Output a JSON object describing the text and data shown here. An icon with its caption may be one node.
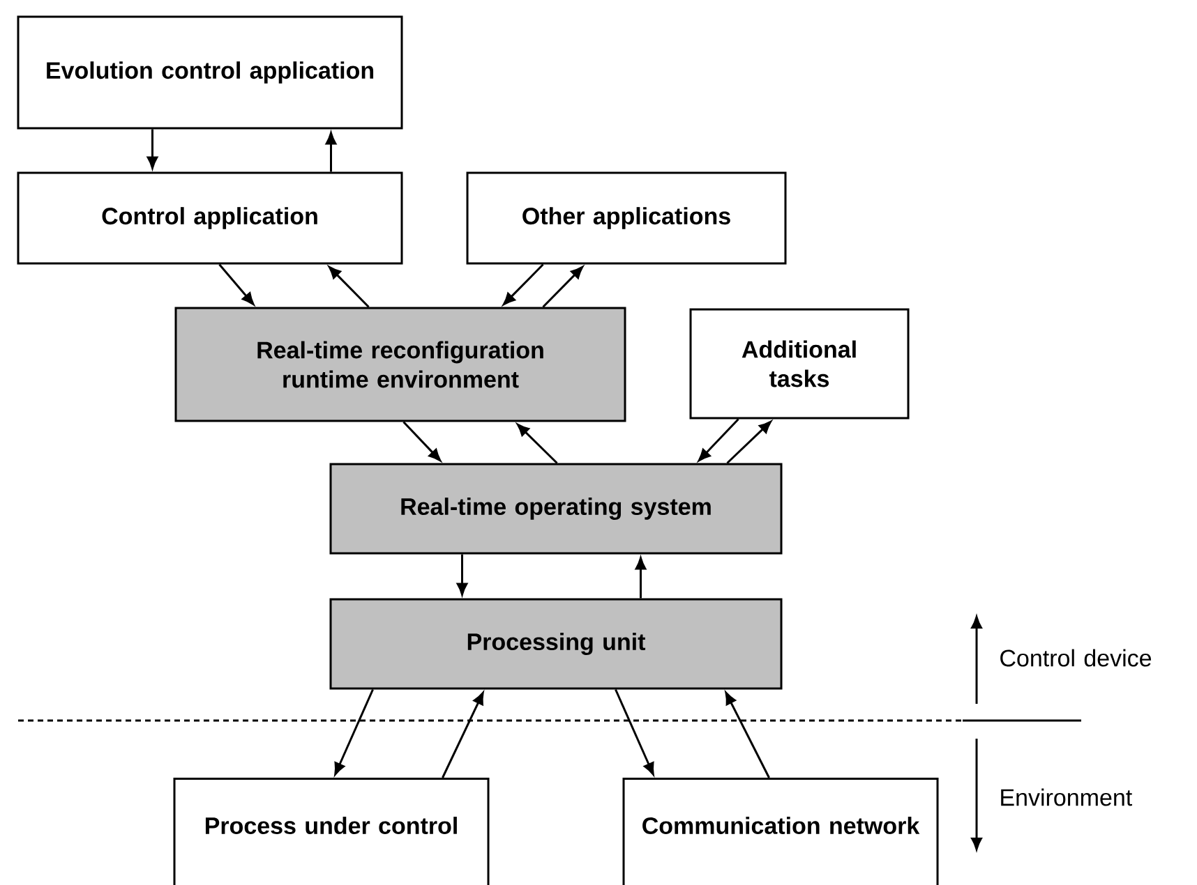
{
  "diagram": {
    "nodes": [
      {
        "text": [
          "Evolution control application"
        ]
      },
      {
        "text": [
          "Control application"
        ]
      },
      {
        "text": [
          "Other applications"
        ]
      },
      {
        "text": [
          "Real-time reconfiguration runtime environment"
        ]
      },
      {
        "text": [
          "Additional tasks"
        ]
      },
      {
        "text": [
          "Real-time operating system"
        ]
      },
      {
        "text": [
          "Processing unit"
        ]
      },
      {
        "text": [
          "Process under control"
        ]
      },
      {
        "text": [
          "Communication network"
        ]
      }
    ],
    "edges": [
      {
        "from": 0,
        "to": 1,
        "arrow": "to"
      },
      {
        "from": 1,
        "to": 0,
        "arrow": "to"
      },
      {
        "from": 1,
        "to": 3,
        "arrow": "to"
      },
      {
        "from": 3,
        "to": 1,
        "arrow": "to"
      },
      {
        "from": 2,
        "to": 3,
        "arrow": "to"
      },
      {
        "from": 3,
        "to": 2,
        "arrow": "to"
      },
      {
        "from": 3,
        "to": 5,
        "arrow": "to"
      },
      {
        "from": 5,
        "to": 3,
        "arrow": "to"
      },
      {
        "from": 4,
        "to": 5,
        "arrow": "to"
      },
      {
        "from": 5,
        "to": 4,
        "arrow": "to"
      },
      {
        "from": 5,
        "to": 6,
        "arrow": "to"
      },
      {
        "from": 6,
        "to": 5,
        "arrow": "to"
      },
      {
        "from": 6,
        "to": 7,
        "arrow": "to"
      },
      {
        "from": 7,
        "to": 6,
        "arrow": "to"
      },
      {
        "from": 6,
        "to": 8,
        "arrow": "to"
      },
      {
        "from": 8,
        "to": 6,
        "arrow": "to"
      }
    ],
    "labels": [
      "Control device",
      "Environment"
    ]
  }
}
